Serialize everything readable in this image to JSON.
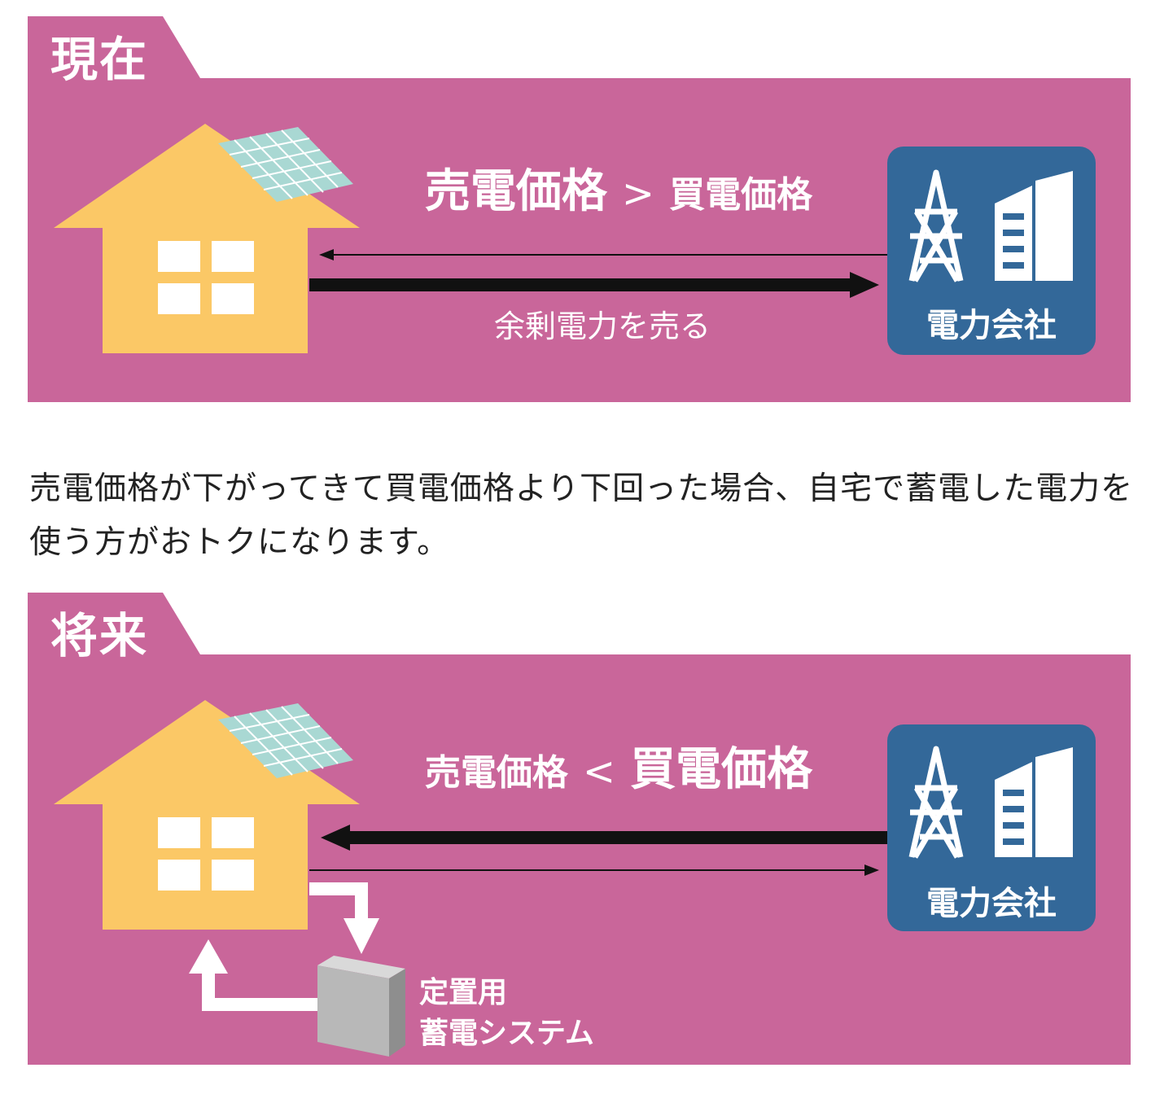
{
  "panels": [
    {
      "tag": "現在",
      "headline": {
        "left": "売電価格",
        "operator": ">",
        "right": "買電価格"
      },
      "arrow_label": "余剰電力を売る",
      "company": "電力会社"
    },
    {
      "tag": "将来",
      "headline": {
        "left": "売電価格",
        "operator": "<",
        "right": "買電価格"
      },
      "company": "電力会社",
      "storage_label_line1": "定置用",
      "storage_label_line2": "蓄電システム"
    }
  ],
  "caption": "売電価格が下がってきて買電価格より下回った場合、自宅で蓄電した電力を使う方がおトクになります。",
  "colors": {
    "panel_bg": "#c9669a",
    "house": "#fbc866",
    "solar": "#a9d8d3",
    "company_box": "#336899",
    "arrow": "#111111",
    "storage_box": "#b8b8b8"
  },
  "icons": [
    "house-icon",
    "solar-panel-icon",
    "power-tower-icon",
    "building-icon",
    "battery-box-icon"
  ]
}
